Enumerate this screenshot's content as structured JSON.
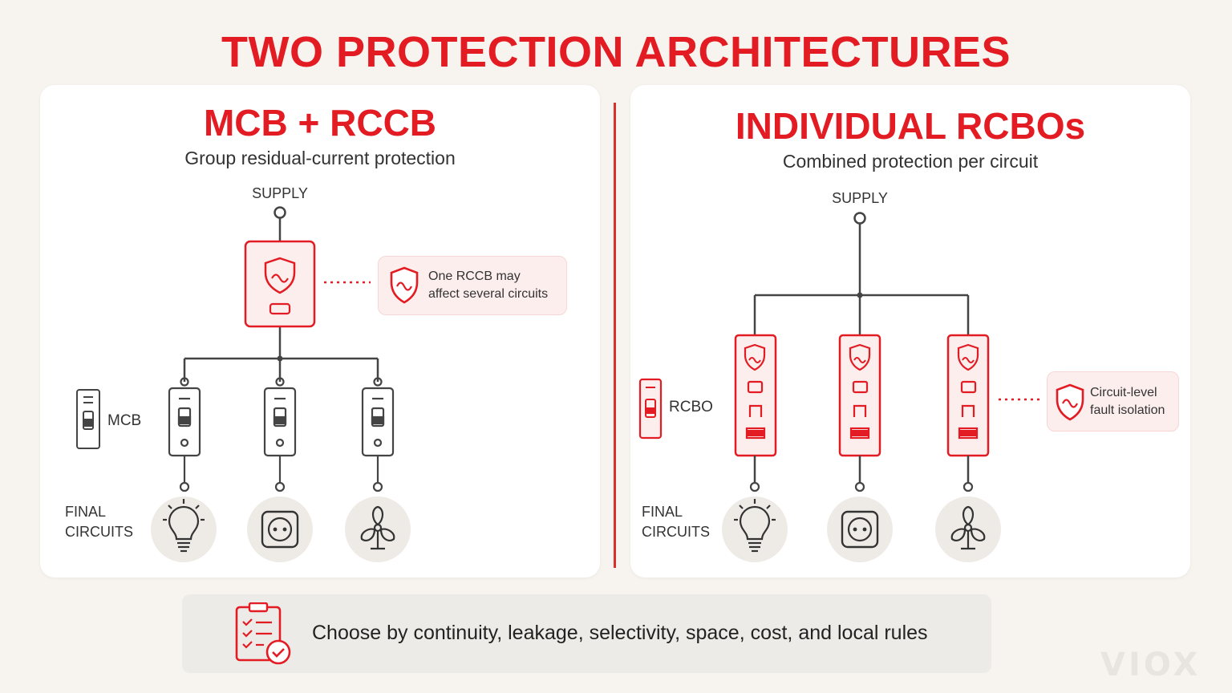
{
  "title": "TWO PROTECTION ARCHITECTURES",
  "left": {
    "title": "MCB + RCCB",
    "subtitle": "Group residual-current protection",
    "supply_label": "SUPPLY",
    "callout_line1": "One RCCB may",
    "callout_line2": "affect several circuits",
    "device_label": "MCB",
    "final_line1": "FINAL",
    "final_line2": "CIRCUITS",
    "loads": [
      "light-bulb-icon",
      "socket-icon",
      "fan-icon"
    ]
  },
  "right": {
    "title": "INDIVIDUAL RCBOs",
    "subtitle": "Combined protection per circuit",
    "supply_label": "SUPPLY",
    "callout_line1": "Circuit-level",
    "callout_line2": "fault isolation",
    "device_label": "RCBO",
    "final_line1": "FINAL",
    "final_line2": "CIRCUITS",
    "loads": [
      "light-bulb-icon",
      "socket-icon",
      "fan-icon"
    ]
  },
  "footer": {
    "text": "Choose by continuity, leakage, selectivity, space, cost, and local rules",
    "icon": "checklist-icon"
  },
  "logo": "VIOX",
  "colors": {
    "accent": "#e31b23",
    "line": "#444444",
    "panel": "#ffffff",
    "background": "#f7f3ee"
  }
}
